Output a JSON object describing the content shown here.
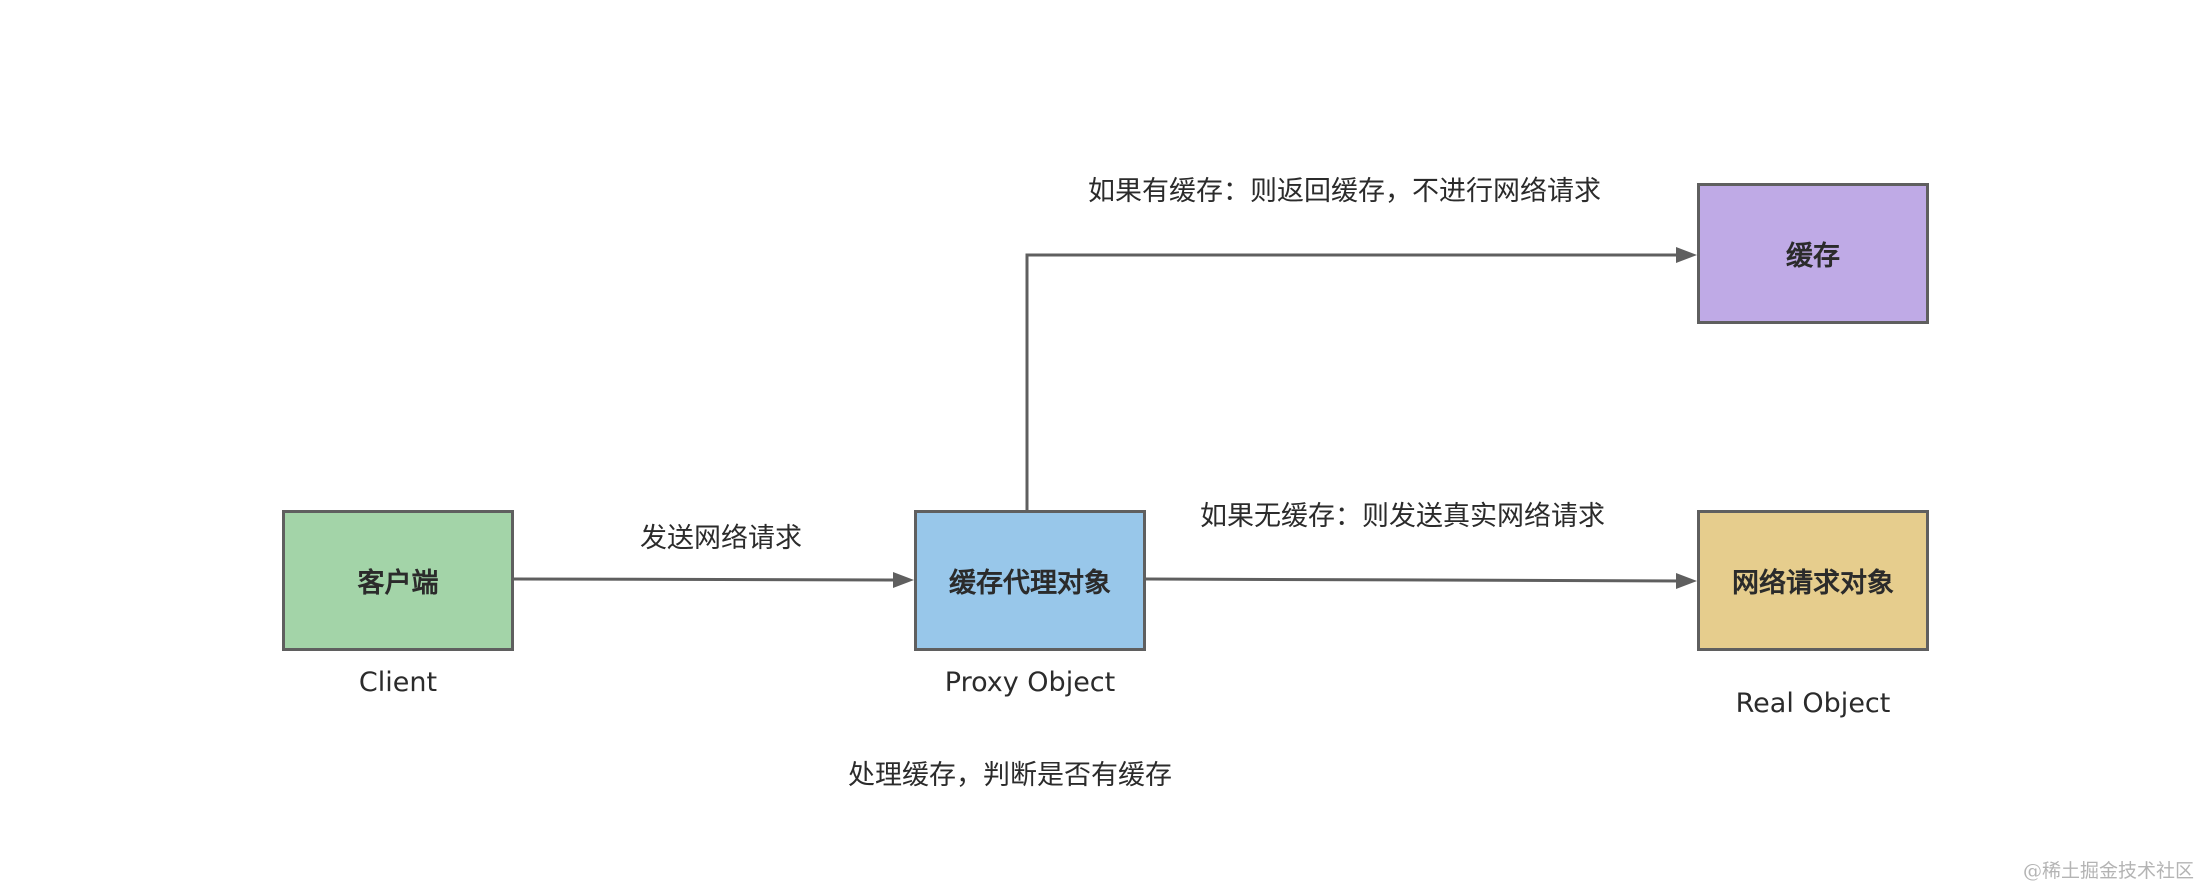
{
  "nodes": {
    "client": {
      "label": "客户端",
      "caption": "Client",
      "color": "#a3d4a8"
    },
    "proxy": {
      "label": "缓存代理对象",
      "caption": "Proxy Object",
      "note": "处理缓存，判断是否有缓存",
      "color": "#98c7ea"
    },
    "cache": {
      "label": "缓存",
      "color": "#bfaae6"
    },
    "real": {
      "label": "网络请求对象",
      "caption": "Real Object",
      "color": "#e6cd8d"
    }
  },
  "edges": {
    "client_to_proxy": "发送网络请求",
    "proxy_to_cache": "如果有缓存：则返回缓存，不进行网络请求",
    "proxy_to_real": "如果无缓存：则发送真实网络请求"
  },
  "colors": {
    "stroke": "#5f5f5f",
    "text": "#2b2b2b"
  },
  "watermark": "@稀土掘金技术社区"
}
